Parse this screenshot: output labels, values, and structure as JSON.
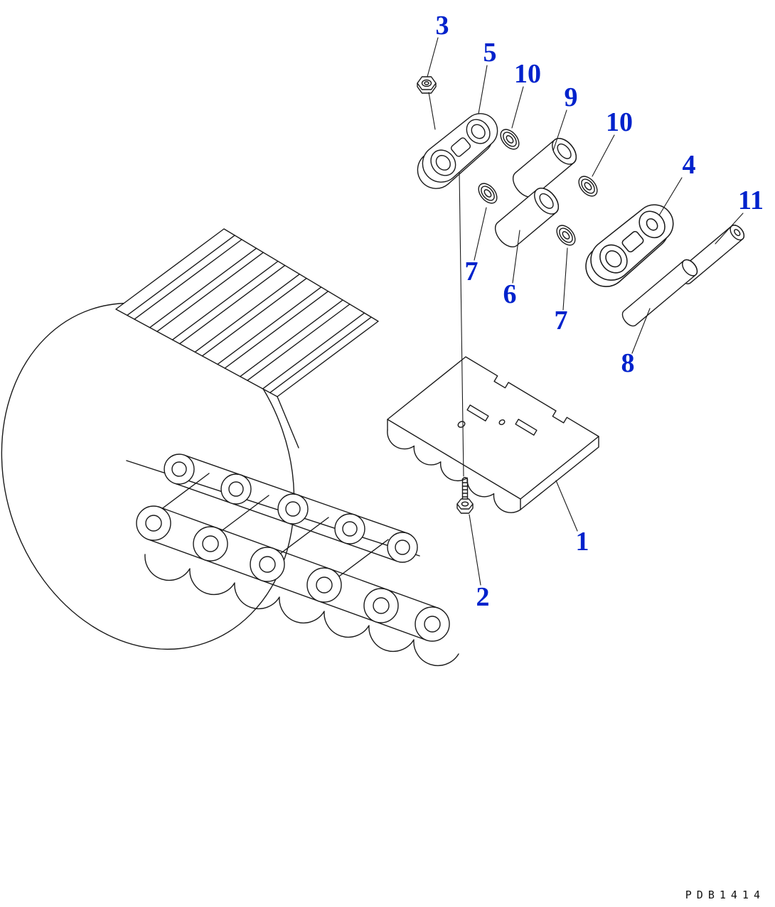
{
  "page": {
    "background": "#ffffff",
    "line_color": "#1a1a1a",
    "callout_color": "#0022cc",
    "drawing_code": "PDB1414"
  },
  "callouts": [
    {
      "label": "3"
    },
    {
      "label": "5"
    },
    {
      "label": "10"
    },
    {
      "label": "9"
    },
    {
      "label": "10"
    },
    {
      "label": "4"
    },
    {
      "label": "11"
    },
    {
      "label": "7"
    },
    {
      "label": "6"
    },
    {
      "label": "7"
    },
    {
      "label": "8"
    },
    {
      "label": "1"
    },
    {
      "label": "2"
    }
  ]
}
